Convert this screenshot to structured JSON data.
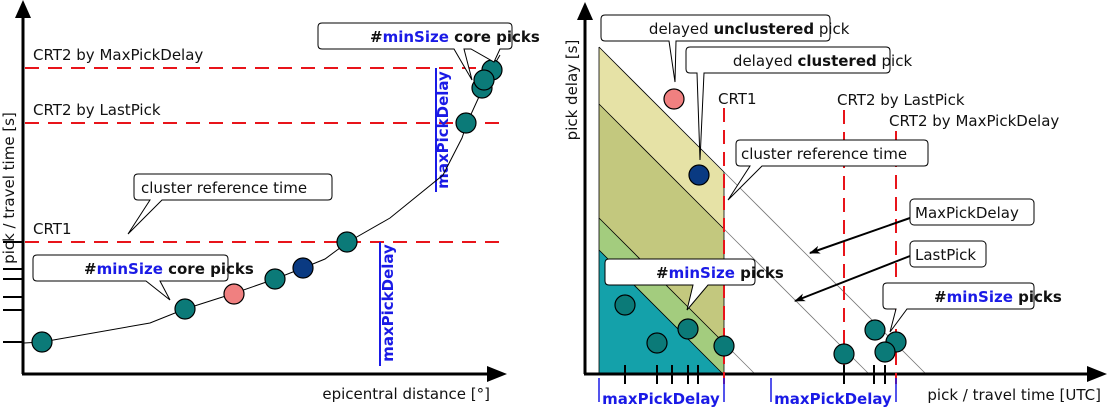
{
  "colors": {
    "crt_line": "#e8141a",
    "core_pick": "#0b7a78",
    "unclustered_pick": "#f08080",
    "clustered_pick": "#0a3a82",
    "max_pick_delay": "#1a1ae6",
    "band_outer": "#e6e2a6",
    "band_mid": "#c3c87e",
    "band_inner": "#a3cc7e",
    "band_core": "#14a1aa"
  },
  "left_panel": {
    "y_axis_label": "pick / travel time [s]",
    "x_axis_label": "epicentral distance [°]",
    "lines": {
      "crt2_maxpickdelay": "CRT2 by MaxPickDelay",
      "crt2_lastpick": "CRT2 by LastPick",
      "crt1": "CRT1"
    },
    "callouts": {
      "cluster_reference_time": "cluster reference time",
      "core_picks_bottom": {
        "hash": "#",
        "keyword": "minSize",
        "rest": " core picks"
      },
      "core_picks_top": {
        "hash": "#",
        "keyword": "minSize",
        "rest": " core picks"
      }
    },
    "max_pick_delay_label_1": "maxPickDelay",
    "max_pick_delay_label_2": "maxPickDelay"
  },
  "right_panel": {
    "y_axis_label": "pick delay [s]",
    "x_axis_label": "pick / travel time [UTC]",
    "lines": {
      "crt1": "CRT1",
      "crt2_lastpick": "CRT2 by LastPick",
      "crt2_maxpickdelay": "CRT2 by MaxPickDelay"
    },
    "callouts": {
      "unclustered": {
        "pre": "delayed ",
        "bold": "unclustered",
        "post": " pick"
      },
      "clustered": {
        "pre": "delayed ",
        "bold": "clustered",
        "post": " pick"
      },
      "cluster_reference_time": "cluster reference time",
      "max_pick_delay": "MaxPickDelay",
      "last_pick": "LastPick",
      "min_size_picks_left": {
        "hash": "#",
        "keyword": "minSize",
        "rest": " picks"
      },
      "min_size_picks_right": {
        "hash": "#",
        "keyword": "minSize",
        "rest": " picks"
      }
    },
    "max_pick_delay_label_1": "maxPickDelay",
    "max_pick_delay_label_2": "maxPickDelay"
  }
}
